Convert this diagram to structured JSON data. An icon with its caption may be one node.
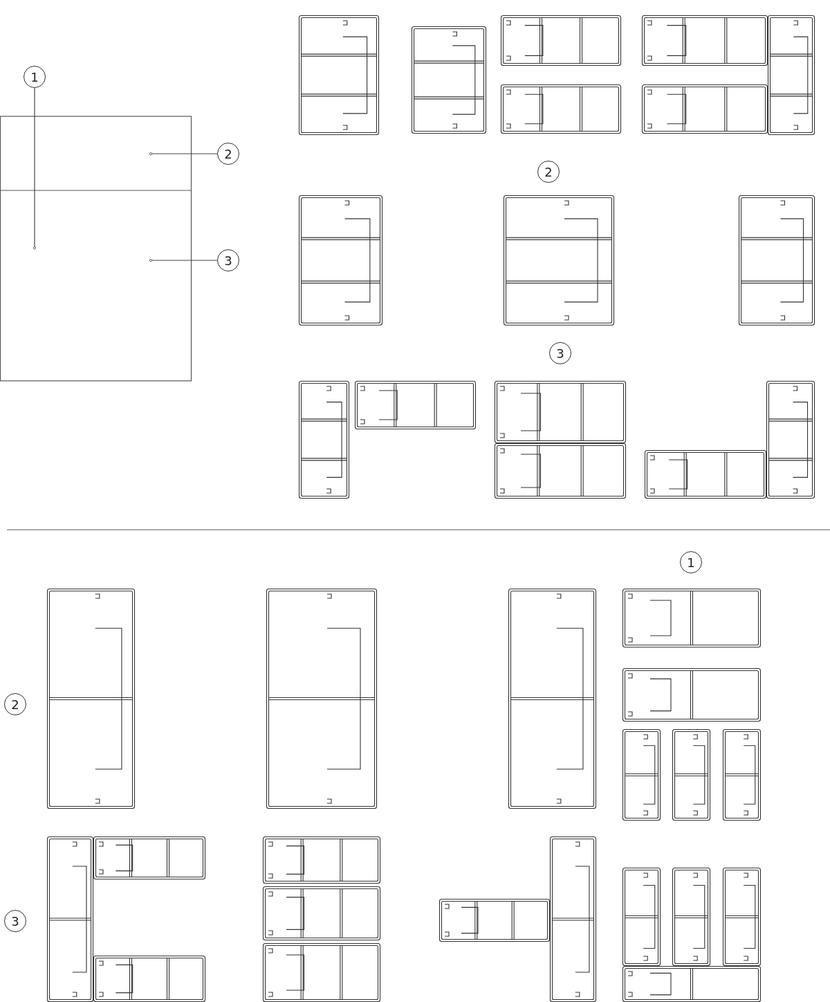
{
  "diagram": {
    "nodes": [
      {
        "text": [
          "1"
        ]
      },
      {
        "text": [
          "2"
        ]
      },
      {
        "text": [
          "3"
        ]
      },
      {
        "text": [
          "2"
        ]
      },
      {
        "text": [
          "3"
        ]
      },
      {
        "text": [
          "1"
        ]
      },
      {
        "text": [
          "2"
        ]
      },
      {
        "text": [
          "3"
        ]
      }
    ],
    "edges": [
      {
        "from": 0,
        "to": null,
        "arrow": "other"
      },
      {
        "from": 1,
        "to": null,
        "arrow": "other"
      },
      {
        "from": 2,
        "to": null,
        "arrow": "other"
      }
    ]
  }
}
